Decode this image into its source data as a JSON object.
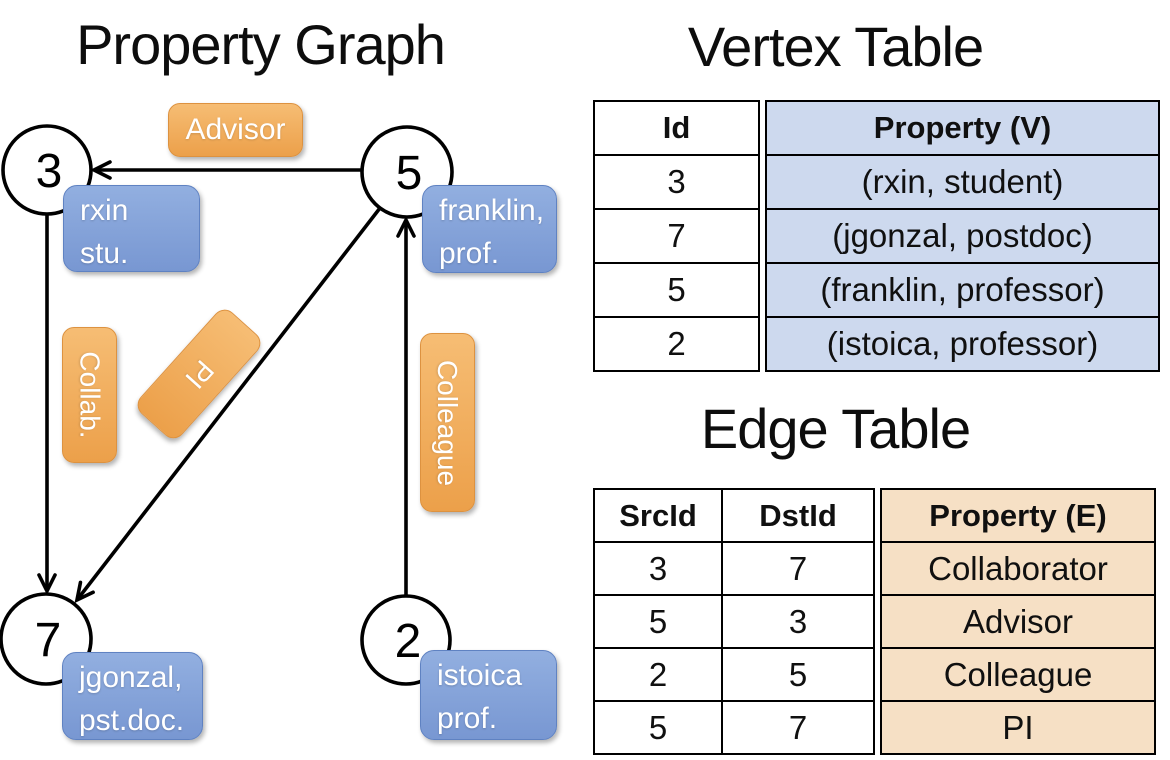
{
  "graph": {
    "title": "Property Graph",
    "vertices": [
      {
        "id": "3",
        "prop_line1": "rxin",
        "prop_line2": "stu."
      },
      {
        "id": "5",
        "prop_line1": "franklin,",
        "prop_line2": "prof."
      },
      {
        "id": "7",
        "prop_line1": "jgonzal,",
        "prop_line2": "pst.doc."
      },
      {
        "id": "2",
        "prop_line1": "istoica",
        "prop_line2": "prof."
      }
    ],
    "edges": [
      {
        "label": "Advisor",
        "src": "5",
        "dst": "3"
      },
      {
        "label": "Collab.",
        "src": "3",
        "dst": "7"
      },
      {
        "label": "PI",
        "src": "5",
        "dst": "7"
      },
      {
        "label": "Colleague",
        "src": "2",
        "dst": "5"
      }
    ]
  },
  "vertex_table": {
    "title": "Vertex Table",
    "col_id": "Id",
    "col_property": "Property (V)",
    "rows": [
      {
        "id": "3",
        "property": "(rxin, student)"
      },
      {
        "id": "7",
        "property": "(jgonzal, postdoc)"
      },
      {
        "id": "5",
        "property": "(franklin, professor)"
      },
      {
        "id": "2",
        "property": "(istoica, professor)"
      }
    ]
  },
  "edge_table": {
    "title": "Edge Table",
    "col_src": "SrcId",
    "col_dst": "DstId",
    "col_property": "Property (E)",
    "rows": [
      {
        "src": "3",
        "dst": "7",
        "property": "Collaborator"
      },
      {
        "src": "5",
        "dst": "3",
        "property": "Advisor"
      },
      {
        "src": "2",
        "dst": "5",
        "property": "Colleague"
      },
      {
        "src": "5",
        "dst": "7",
        "property": "PI"
      }
    ]
  },
  "colors": {
    "node_fill_top": "#92afe0",
    "node_fill_bottom": "#7897d2",
    "node_border": "#5f82c2",
    "edge_label_top": "#f6bd74",
    "edge_label_bottom": "#eca04a",
    "edge_label_border": "#dd9240",
    "vertex_cell_bg": "#cdd9ee",
    "edge_cell_bg": "#f6e0c5",
    "line_color": "#000000"
  }
}
